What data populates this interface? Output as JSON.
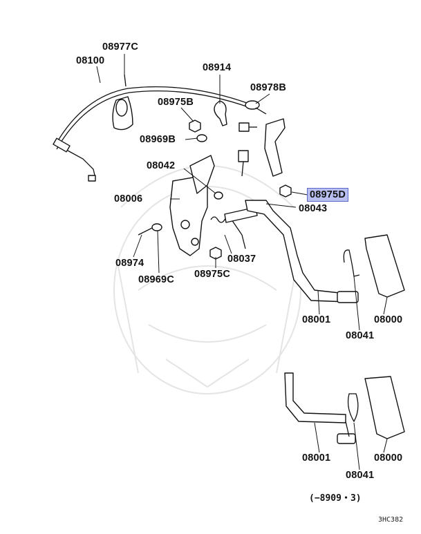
{
  "diagram": {
    "labels": {
      "p08977C": "08977C",
      "p08100": "08100",
      "p08914": "08914",
      "p08978B": "08978B",
      "p08975B": "08975B",
      "p08969B": "08969B",
      "p08042": "08042",
      "p08975D": "08975D",
      "p08006": "08006",
      "p08043": "08043",
      "p08974": "08974",
      "p08969C": "08969C",
      "p08037": "08037",
      "p08975C": "08975C",
      "p08001a": "08001",
      "p08000a": "08000",
      "p08041a": "08041",
      "p08001b": "08001",
      "p08000b": "08000",
      "p08041b": "08041"
    },
    "highlighted_part": "08975D",
    "footnote": "(−8909・3)",
    "drawing_code": "3HC382",
    "highlight_color": "#b9bff0"
  }
}
